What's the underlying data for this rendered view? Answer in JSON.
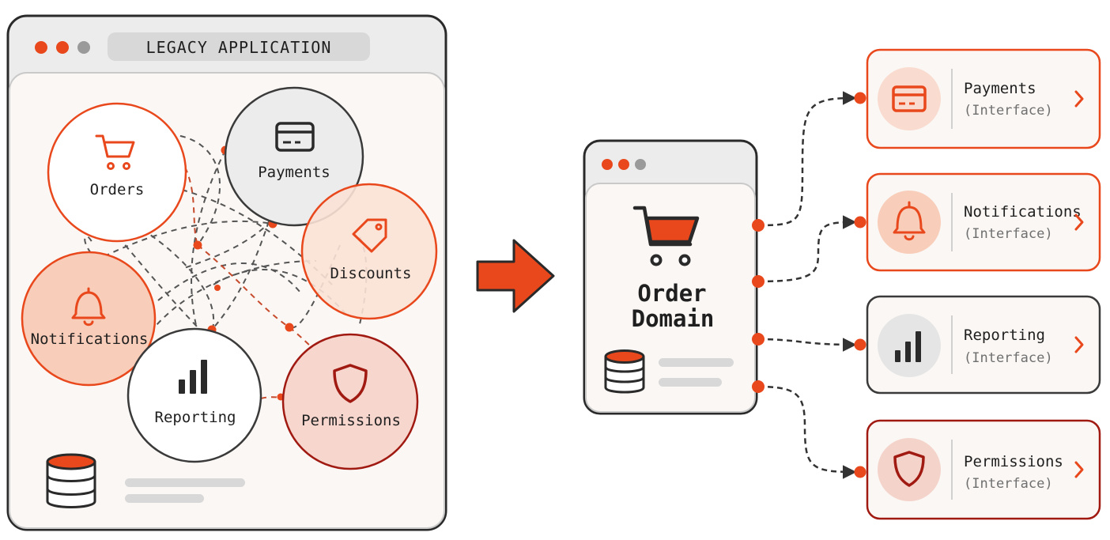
{
  "legacy": {
    "title": "LEGACY APPLICATION",
    "modules": {
      "orders": "Orders",
      "payments": "Payments",
      "discounts": "Discounts",
      "notifications": "Notifications",
      "reporting": "Reporting",
      "permissions": "Permissions"
    }
  },
  "domain": {
    "line1": "Order",
    "line2": "Domain"
  },
  "interfaces": [
    {
      "title": "Payments",
      "subtitle": "(Interface)",
      "icon": "credit-card-icon",
      "color": "#e8481c"
    },
    {
      "title": "Notifications",
      "subtitle": "(Interface)",
      "icon": "bell-icon",
      "color": "#e8481c"
    },
    {
      "title": "Reporting",
      "subtitle": "(Interface)",
      "icon": "bar-chart-icon",
      "color": "#3a3a3a"
    },
    {
      "title": "Permissions",
      "subtitle": "(Interface)",
      "icon": "shield-icon",
      "color": "#a01a12"
    }
  ],
  "colors": {
    "accent": "#e8481c",
    "dark_red": "#a01a12",
    "dark": "#2a2a2a",
    "panel_bg": "#fbf7f4"
  }
}
